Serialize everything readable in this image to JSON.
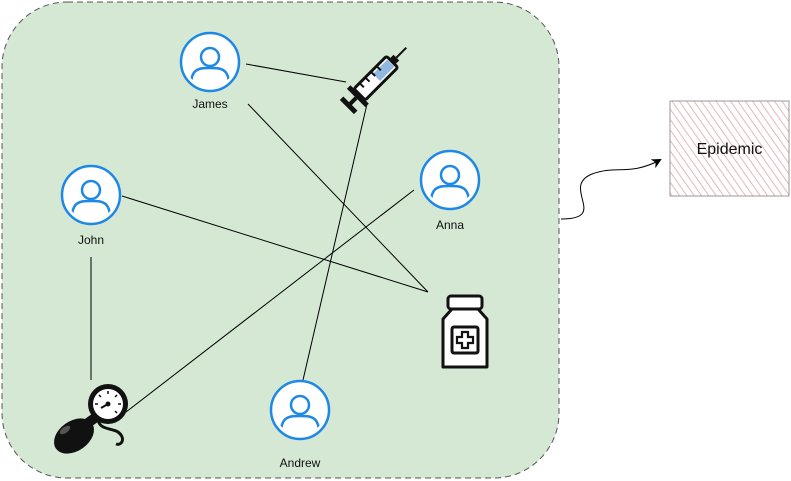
{
  "diagram": {
    "people": [
      {
        "id": "james",
        "label": "James"
      },
      {
        "id": "john",
        "label": "John"
      },
      {
        "id": "anna",
        "label": "Anna"
      },
      {
        "id": "andrew",
        "label": "Andrew"
      }
    ],
    "items": [
      {
        "id": "syringe",
        "icon": "syringe-icon"
      },
      {
        "id": "medicine",
        "icon": "medicine-bottle-icon"
      },
      {
        "id": "bp",
        "icon": "blood-pressure-monitor-icon"
      }
    ],
    "connections": [
      {
        "from": "james",
        "to": "syringe"
      },
      {
        "from": "james",
        "to": "medicine"
      },
      {
        "from": "john",
        "to": "medicine"
      },
      {
        "from": "john",
        "to": "bp"
      },
      {
        "from": "anna",
        "to": "bp"
      },
      {
        "from": "andrew",
        "to": "syringe"
      },
      {
        "from": "group",
        "to": "epidemic"
      }
    ],
    "epidemic": {
      "label": "Epidemic"
    },
    "colors": {
      "group_fill": "#d5e8d4",
      "group_stroke": "#555555",
      "person_icon": "#1e88e5",
      "epidemic_fill": "#f8cecc",
      "epidemic_stroke": "#999999",
      "epidemic_hatch": "#e4a5a5"
    }
  }
}
